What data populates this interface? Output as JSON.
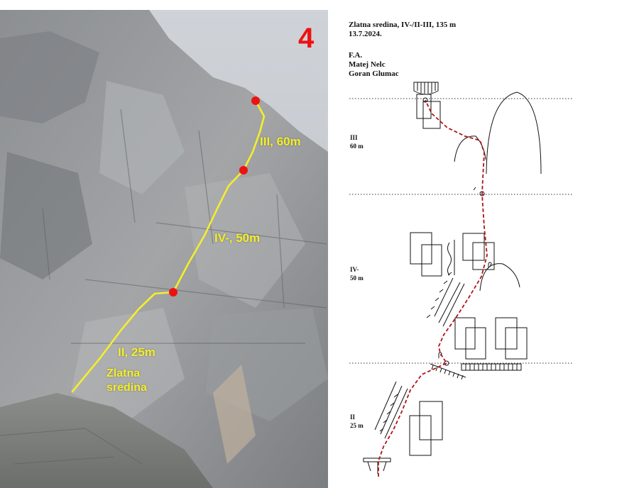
{
  "photo": {
    "route_number": "4",
    "pitch_labels": [
      "III, 60m",
      "IV-, 50m",
      "II, 25m"
    ],
    "route_name_line1": "Zlatna",
    "route_name_line2": "sredina",
    "route_color": "#f4ee2a",
    "belay_color": "#ee1111"
  },
  "topo": {
    "title": "Zlatna sredina, IV-/II-III, 135 m",
    "date": "13.7.2024.",
    "fa_label": "F.A.",
    "climbers": [
      "Matej Nelc",
      "Goran Glumac"
    ],
    "pitches": [
      {
        "grade": "III",
        "length": "60 m"
      },
      {
        "grade": "IV-",
        "length": "50 m"
      },
      {
        "grade": "II",
        "length": "25 m"
      }
    ],
    "route_line_color": "#b0141c"
  }
}
